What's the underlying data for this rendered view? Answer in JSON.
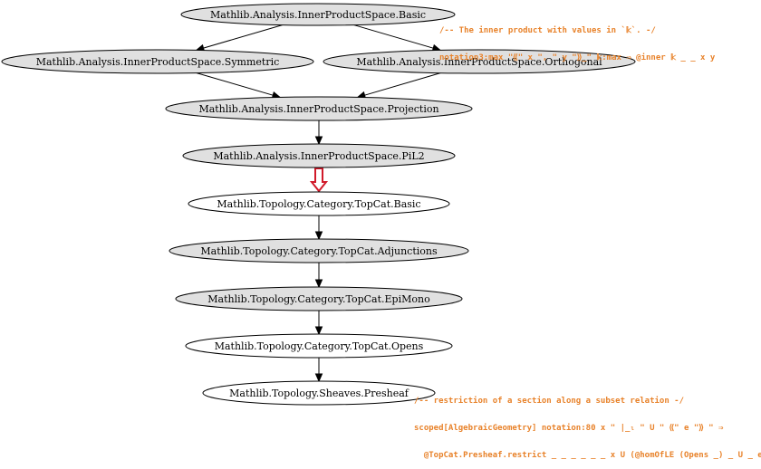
{
  "nodes": [
    {
      "id": "basic",
      "label": "Mathlib.Analysis.InnerProductSpace.Basic",
      "fill": "#e0e0e0"
    },
    {
      "id": "symmetric",
      "label": "Mathlib.Analysis.InnerProductSpace.Symmetric",
      "fill": "#e0e0e0"
    },
    {
      "id": "orthogonal",
      "label": "Mathlib.Analysis.InnerProductSpace.Orthogonal",
      "fill": "#e0e0e0"
    },
    {
      "id": "projection",
      "label": "Mathlib.Analysis.InnerProductSpace.Projection",
      "fill": "#e0e0e0"
    },
    {
      "id": "pil2",
      "label": "Mathlib.Analysis.InnerProductSpace.PiL2",
      "fill": "#e0e0e0"
    },
    {
      "id": "topcat_basic",
      "label": "Mathlib.Topology.Category.TopCat.Basic",
      "fill": "#ffffff"
    },
    {
      "id": "adjunctions",
      "label": "Mathlib.Topology.Category.TopCat.Adjunctions",
      "fill": "#e0e0e0"
    },
    {
      "id": "epimono",
      "label": "Mathlib.Topology.Category.TopCat.EpiMono",
      "fill": "#e0e0e0"
    },
    {
      "id": "opens",
      "label": "Mathlib.Topology.Category.TopCat.Opens",
      "fill": "#ffffff"
    },
    {
      "id": "presheaf",
      "label": "Mathlib.Topology.Sheaves.Presheaf",
      "fill": "#ffffff"
    }
  ],
  "edges": [
    {
      "from": "basic",
      "to": "symmetric"
    },
    {
      "from": "basic",
      "to": "orthogonal"
    },
    {
      "from": "symmetric",
      "to": "projection"
    },
    {
      "from": "orthogonal",
      "to": "projection"
    },
    {
      "from": "projection",
      "to": "pil2"
    },
    {
      "from": "pil2",
      "to": "topcat_basic",
      "highlight": true
    },
    {
      "from": "topcat_basic",
      "to": "adjunctions"
    },
    {
      "from": "adjunctions",
      "to": "epimono"
    },
    {
      "from": "epimono",
      "to": "opens"
    },
    {
      "from": "opens",
      "to": "presheaf"
    }
  ],
  "annotations": {
    "top": {
      "lines": [
        "/-- The inner product with values in `𝕜`. -/",
        "notation3:max \"⟪\" x \", \" y \"⟫_\" 𝕜:max ⇒ @inner 𝕜 _ _ x y"
      ]
    },
    "bottom": {
      "lines": [
        "/-- restriction of a section along a subset relation -/",
        "scoped[AlgebraicGeometry] notation:80 x \" |_ₗ \" U \" ⟪\" e \"⟫ \" ⇒",
        "  @TopCat.Presheaf.restrict _ _ _ _ _ _ x U (@homOfLE (Opens _) _ U _ e)"
      ]
    }
  },
  "colors": {
    "annotation": "#e8822a",
    "highlight_arrow": "#d11a2a",
    "filled_node": "#e0e0e0",
    "plain_node": "#ffffff"
  }
}
